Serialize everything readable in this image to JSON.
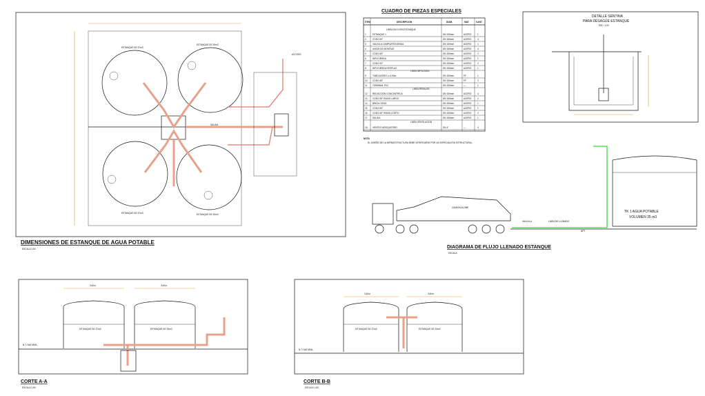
{
  "colors": {
    "line": "#111111",
    "pipe": "#e8a08a",
    "dimension": "#f0a030",
    "fill_line": "#33dd33"
  },
  "plan": {
    "title": "DIMENSIONES DE ESTANQUE DE AGUA POTABLE",
    "scale": "ESCALA 1:50",
    "tank_labels": [
      "ESTANQUE DE 37m3",
      "ESTANQUE DE 30m3",
      "ESTANQUE DE 37m3",
      "ESTANQUE DE 30m3"
    ],
    "road_label": "SALIDA",
    "ground_label": "ACCESO"
  },
  "table": {
    "title": "CUADRO DE PIEZAS ESPECIALES",
    "headers": [
      "ITEM",
      "DESCRIPCION",
      "DIAM.",
      "MAT.",
      "CANT."
    ],
    "section_1": "LINEA SUCCION ESTANQUE",
    "section_2": "LINEA IMPULSION",
    "section_3": "LINEA REBALSE",
    "section_4": "LINEA VENTILACION",
    "rows": [
      [
        "1",
        "ESTANQUE 1",
        "DN 150mm",
        "ACERO",
        "1"
      ],
      [
        "2",
        "CODO 90°",
        "DN 150mm",
        "ACERO",
        "4"
      ],
      [
        "3",
        "VALVULA COMPUERTA BRIDA",
        "DN 150mm",
        "ACERO",
        "1"
      ],
      [
        "4",
        "UNION DE MONTAJE",
        "DN 150mm",
        "ACERO",
        "4"
      ],
      [
        "5",
        "CODO 45°",
        "DN 150mm",
        "ACERO",
        "2"
      ],
      [
        "6",
        "NIPLE BRIDA",
        "DN 150mm",
        "ACERO",
        "1"
      ],
      [
        "7",
        "CODO 90°",
        "DN 150mm",
        "ACERO",
        "2"
      ],
      [
        "8",
        "NIPLE BRIDA DESPLAZ.",
        "DN 150mm",
        "ACERO",
        "1"
      ],
      [
        "9",
        "TUBO ACERO L=4,50m",
        "DN 150mm",
        "FF",
        "1"
      ],
      [
        "10",
        "CODO 45°",
        "DN 150mm",
        "FF",
        "2"
      ],
      [
        "11",
        "TERMINAL PVC",
        "DN 150mm",
        "—",
        "1"
      ],
      [
        "12",
        "REDUCCION CONCENTRICA",
        "DN 150mm",
        "ACERO",
        "4"
      ],
      [
        "13",
        "CODO 90° RADIO LARGO",
        "DN 150mm",
        "ACERO",
        "2"
      ],
      [
        "14",
        "BRIDA CIEGA",
        "DN 150mm",
        "ACERO",
        "1"
      ],
      [
        "15",
        "CODO 90°",
        "DN 150mm",
        "ACERO",
        "1"
      ],
      [
        "16",
        "CODO 45° RADIO CORTO",
        "DN 150mm",
        "ACERO",
        "2"
      ],
      [
        "17",
        "SALIDA",
        "DN 150mm",
        "ACERO",
        "1"
      ],
      [
        "18",
        "VENTEO MOSQUITERO",
        "DN 4\"",
        "—",
        "4"
      ]
    ],
    "note_title": "NOTA",
    "note": "EL DISEÑO DE LA INFRAESTRUCTURA DEBE VERIFICARSE POR UN ESPECIALISTA ESTRUCTURAL."
  },
  "detail": {
    "title": "DETALLE SENTINA",
    "subtitle": "PARA DESAGÜE ESTANQUE",
    "scale": "ESC. 1:20"
  },
  "flow": {
    "title": "DIAGRAMA DE FLUJO LLENADO ESTANQUE",
    "scale": "ESCALA",
    "truck_label": "CAMION ALJIBE",
    "tank_label": "TK 1 AGUA POTABLE",
    "tank_volume": "VOLUMEN 35 m3",
    "line_label": "LINEA DE LLENADO",
    "valve_label": "VALVULA",
    "nipple_label": "NPT"
  },
  "cut_a": {
    "title": "CORTE A-A",
    "scale": "ESCALA 1:50",
    "dim_1": "3,40m",
    "dim_2": "3,40m",
    "tank_label_1": "ESTANQUE DE 37m3",
    "tank_label_2": "ESTANQUE DE 30m3",
    "ground_label": "N.T. NATURAL"
  },
  "cut_b": {
    "title": "CORTE B-B",
    "scale": "ESCALA 1:50",
    "dim_1": "3,40m",
    "dim_2": "3,40m",
    "tank_label_1": "ESTANQUE DE 37m3",
    "tank_label_2": "ESTANQUE DE 30m3",
    "ground_label": "N.T. NATURAL"
  }
}
